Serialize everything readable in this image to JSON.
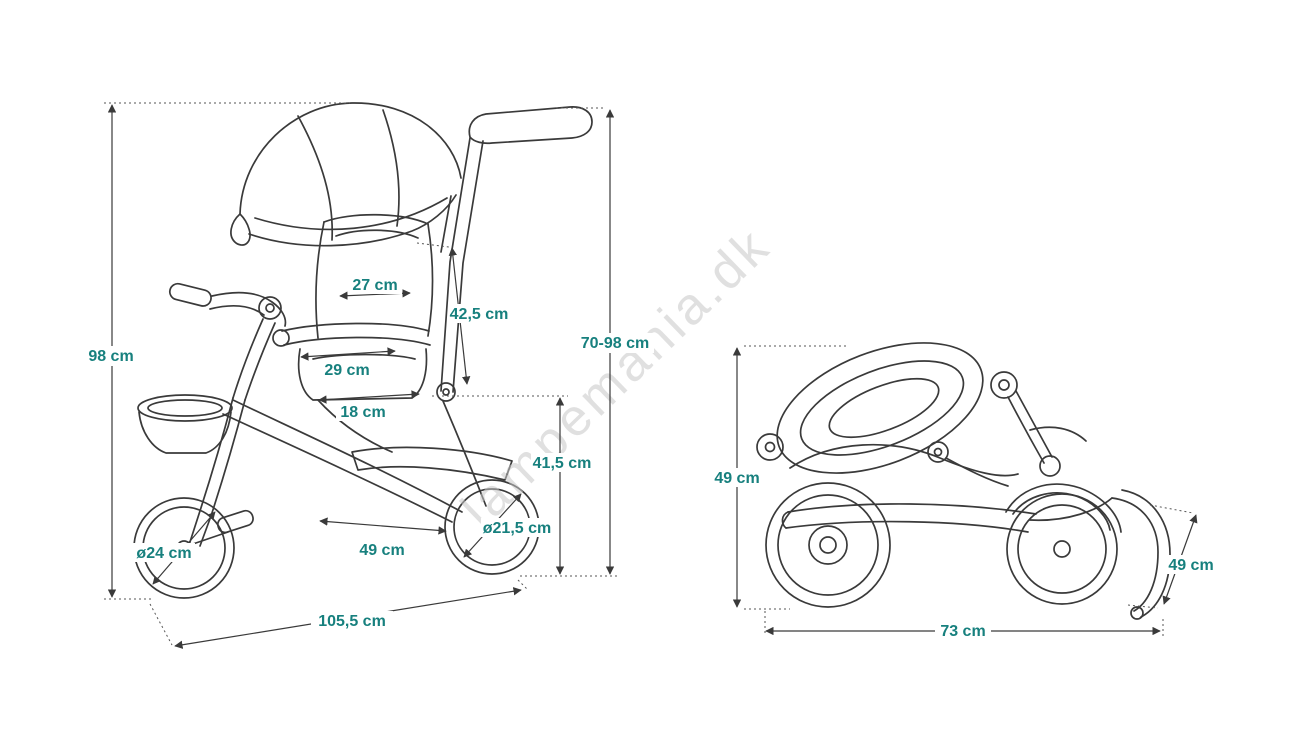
{
  "watermark": {
    "text": "lampemania.dk"
  },
  "colors": {
    "dimension_text": "#17807e",
    "line_art": "#3a3a3a",
    "watermark": "#c6c6c6",
    "background": "#ffffff"
  },
  "unfolded_view": {
    "dimensions": {
      "overall_height": "98 cm",
      "backrest_width": "27 cm",
      "parent_handle_length": "42,5 cm",
      "seat_depth": "29 cm",
      "seat_to_footrest": "18 cm",
      "handle_height_range": "70-98 cm",
      "rear_section_height": "41,5 cm",
      "front_wheel_diameter": "ø24 cm",
      "wheel_spacing": "49 cm",
      "rear_wheel_diameter": "ø21,5 cm",
      "overall_length": "105,5 cm"
    }
  },
  "folded_view": {
    "dimensions": {
      "folded_height": "49 cm",
      "folded_length": "73 cm",
      "folded_width": "49 cm"
    }
  }
}
